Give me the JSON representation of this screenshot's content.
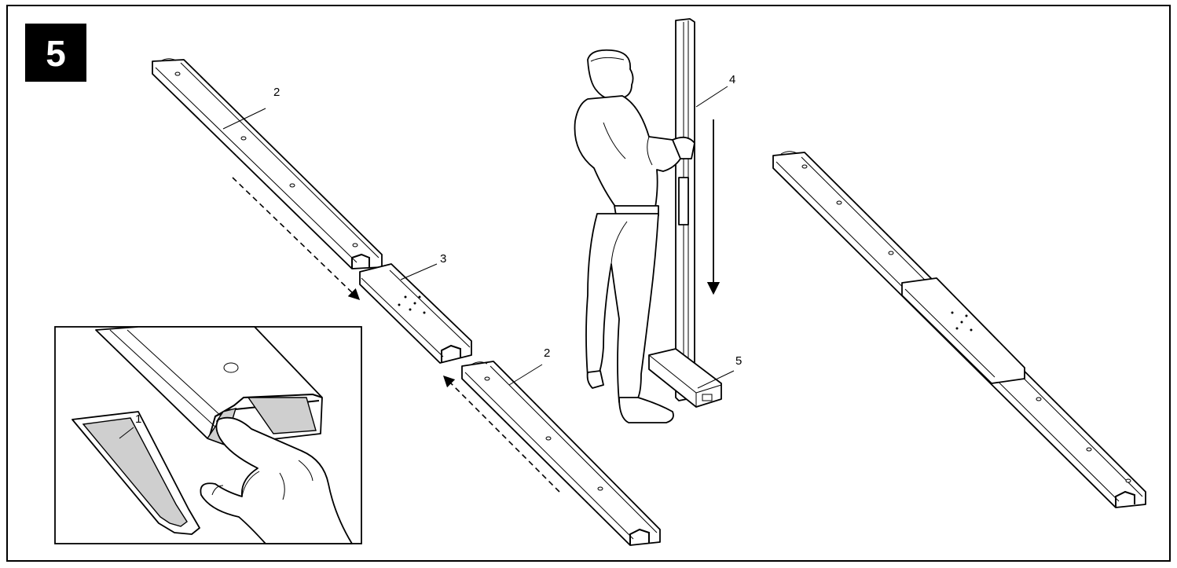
{
  "figure": {
    "step_number": "5",
    "callouts": {
      "adhesive_pouch": "1",
      "beam_upper": "2",
      "beam_lower": "2",
      "splice_connector": "3",
      "post": "4",
      "post_base": "5"
    }
  }
}
